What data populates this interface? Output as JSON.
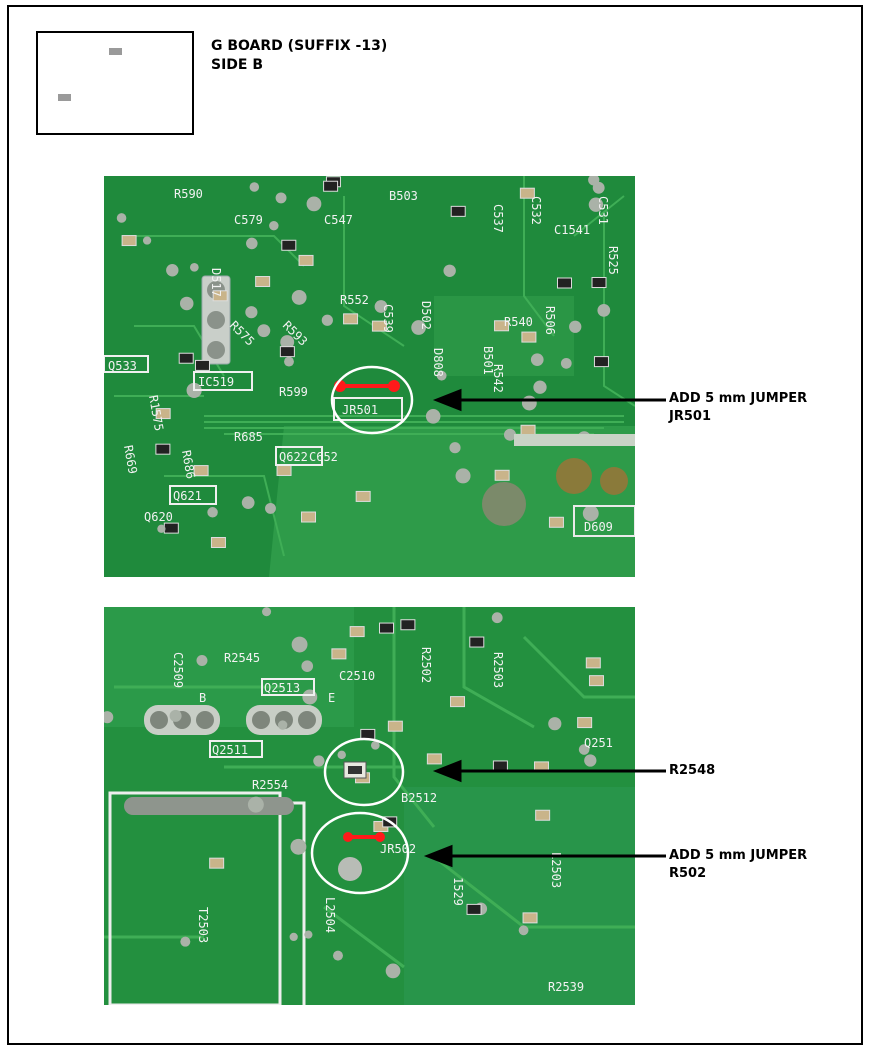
{
  "title": {
    "line1": "G BOARD (SUFFIX -13)",
    "line2": "SIDE B"
  },
  "photo_top": {
    "labels": [
      "R590",
      "C579",
      "D517",
      "C547",
      "B503",
      "C537",
      "C532",
      "C1541",
      "C531",
      "R525",
      "R552",
      "C539",
      "D502",
      "R540",
      "R575",
      "R593",
      "B501",
      "R542",
      "R506",
      "Q533",
      "R1575",
      "IC519",
      "R599",
      "D808",
      "JR501",
      "R669",
      "R686",
      "R685",
      "Q621",
      "Q622",
      "C652",
      "Q620",
      "D609"
    ]
  },
  "photo_bottom": {
    "labels": [
      "C2509",
      "R2545",
      "C2510",
      "R2502",
      "R2503",
      "Q2513",
      "B",
      "E",
      "Q2511",
      "R2554",
      "B2512",
      "JR502",
      "T2503",
      "L2504",
      "1529",
      "L2503",
      "R2539",
      "Q251"
    ]
  },
  "callouts": {
    "jr501_line1": "ADD 5 mm JUMPER",
    "jr501_line2": "JR501",
    "r2548": "R2548",
    "jr502_line1": "ADD 5 mm JUMPER",
    "jr502_line2": "R502"
  },
  "colors": {
    "pcb_green": "#1f8a3c",
    "trace_green": "#3fae56",
    "jumper_red": "#ff1a1a",
    "outline": "#000000"
  }
}
